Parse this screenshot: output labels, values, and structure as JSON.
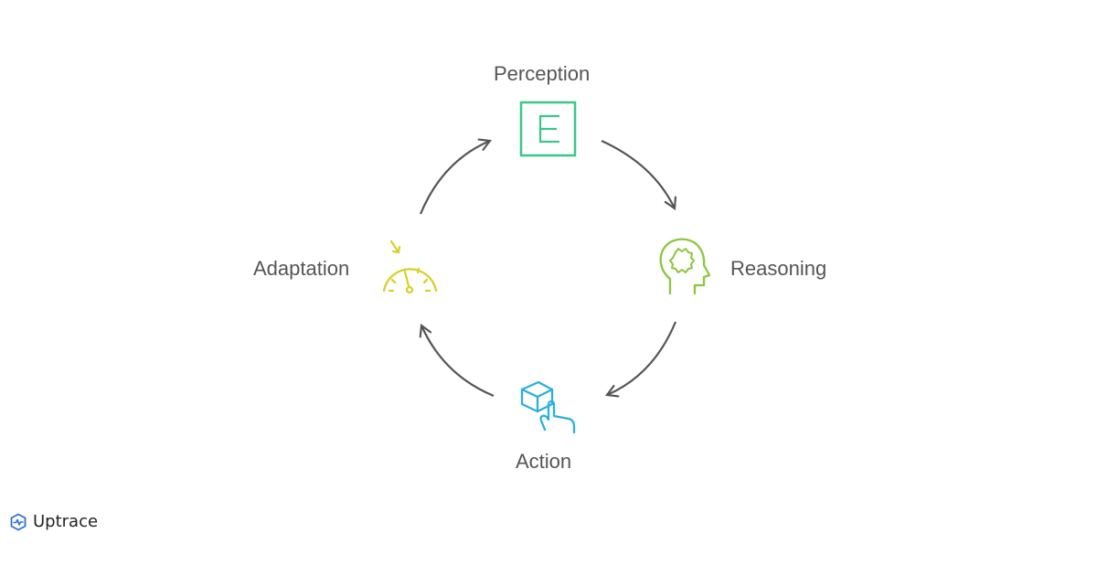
{
  "nodes": {
    "perception": {
      "label": "Perception",
      "icon": "letter-e-box-icon",
      "glyph": "E",
      "color": "#3cc68a"
    },
    "reasoning": {
      "label": "Reasoning",
      "icon": "head-gear-icon",
      "color": "#8dc63f"
    },
    "action": {
      "label": "Action",
      "icon": "cube-hand-icon",
      "color": "#2bb0d9"
    },
    "adaptation": {
      "label": "Adaptation",
      "icon": "gauge-icon",
      "color": "#d9d12b"
    }
  },
  "arrow_color": "#555555",
  "brand": {
    "name": "Uptrace",
    "color": "#2f6fd6"
  }
}
